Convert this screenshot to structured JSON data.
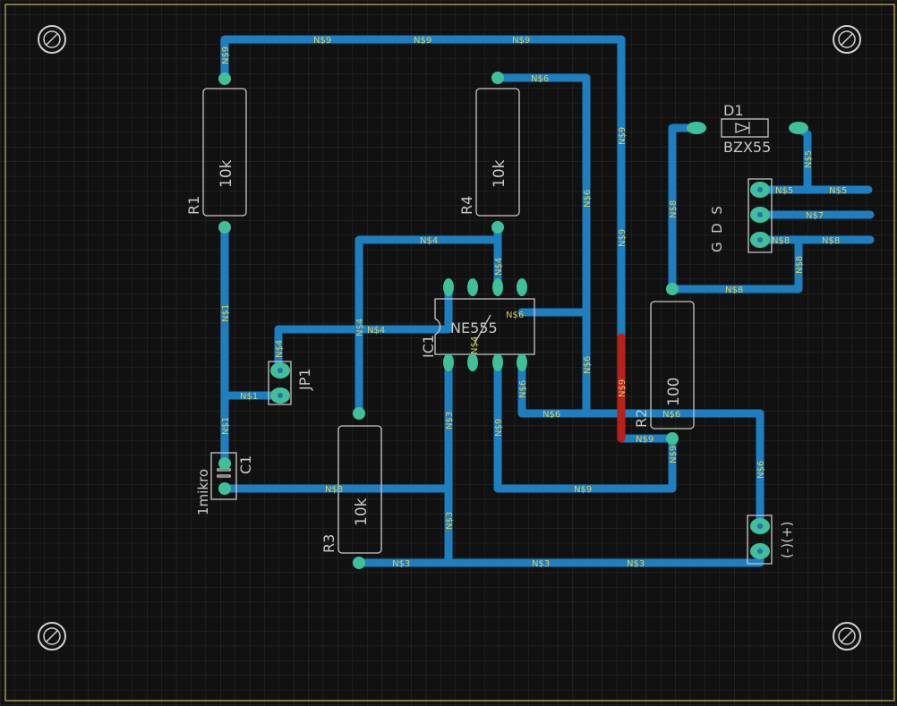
{
  "colors": {
    "background": "#111111",
    "grid": "#2b2b2b",
    "board_outline": "#c8b560",
    "trace_bottom": "#1e7fc0",
    "trace_top": "#b8201c",
    "pad": "#3fbf9a",
    "silk": "#c8c8c8",
    "net_label": "#d8d060"
  },
  "components": {
    "r1": {
      "name": "R1",
      "value": "10k"
    },
    "r2": {
      "name": "R2",
      "value": "100"
    },
    "r3": {
      "name": "R3",
      "value": "10k"
    },
    "r4": {
      "name": "R4",
      "value": "10k"
    },
    "ic1": {
      "name": "IC1",
      "value": "NE555"
    },
    "c1": {
      "name": "C1",
      "value": "1mikro"
    },
    "d1": {
      "name": "D1",
      "value": "BZX55"
    },
    "jp1": {
      "name": "JP1"
    },
    "mosfet_pins": {
      "label": "G  D  S"
    },
    "power": {
      "label": "(-)(+)"
    }
  },
  "nets": {
    "n1": "N$1",
    "n3": "N$3",
    "n4": "N$4",
    "n5": "N$5",
    "n6": "N$6",
    "n7": "N$7",
    "n8": "N$8",
    "n9": "N$9"
  }
}
